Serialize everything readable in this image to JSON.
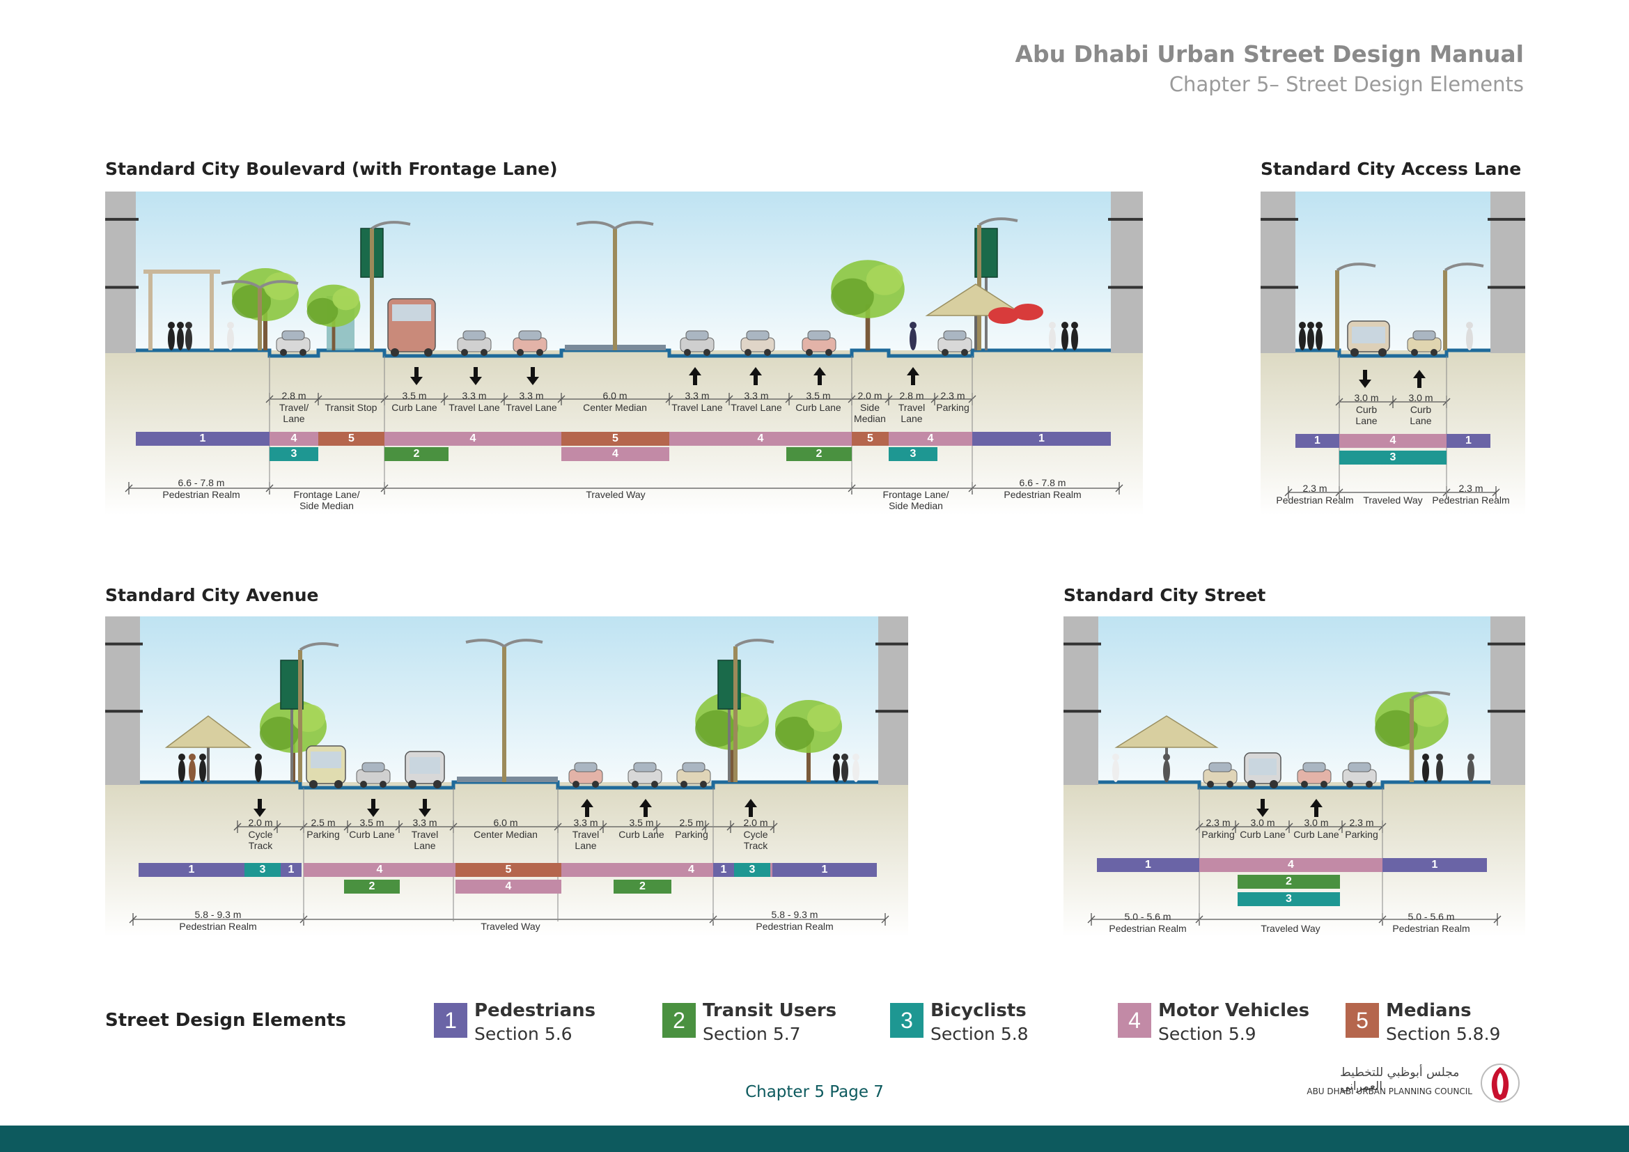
{
  "header": {
    "title": "Abu Dhabi Urban Street Design Manual",
    "subtitle": "Chapter 5– Street Design Elements"
  },
  "sections": {
    "boulevard": {
      "title": "Standard City Boulevard (with Frontage Lane)",
      "lane_labels": [
        {
          "w": "2.8 m",
          "n": "Travel/\nLane"
        },
        {
          "w": "",
          "n": "Transit Stop"
        },
        {
          "w": "3.5 m",
          "n": "Curb Lane"
        },
        {
          "w": "3.3 m",
          "n": "Travel Lane"
        },
        {
          "w": "3.3 m",
          "n": "Travel Lane"
        },
        {
          "w": "6.0 m",
          "n": "Center Median"
        },
        {
          "w": "3.3 m",
          "n": "Travel Lane"
        },
        {
          "w": "3.3 m",
          "n": "Travel Lane"
        },
        {
          "w": "3.5 m",
          "n": "Curb Lane"
        },
        {
          "w": "2.0 m",
          "n": "Side\nMedian"
        },
        {
          "w": "2.8 m",
          "n": "Travel\nLane"
        },
        {
          "w": "2.3 m",
          "n": "Parking"
        }
      ],
      "bars": [
        {
          "v": "1",
          "c": "c1"
        },
        {
          "v": "4",
          "c": "c4"
        },
        {
          "v": "5",
          "c": "c5"
        },
        {
          "v": "4",
          "c": "c4"
        },
        {
          "v": "5",
          "c": "c5"
        },
        {
          "v": "4",
          "c": "c4"
        },
        {
          "v": "5",
          "c": "c5"
        },
        {
          "v": "4",
          "c": "c4"
        },
        {
          "v": "1",
          "c": "c1"
        },
        {
          "v": "3",
          "c": "c3"
        },
        {
          "v": "2",
          "c": "c2"
        },
        {
          "v": "4",
          "c": "c4"
        },
        {
          "v": "2",
          "c": "c2"
        },
        {
          "v": "3",
          "c": "c3"
        }
      ],
      "realms": [
        {
          "w": "6.6 - 7.8 m",
          "n": "Pedestrian Realm"
        },
        {
          "w": "",
          "n": "Frontage Lane/\nSide Median"
        },
        {
          "w": "",
          "n": "Traveled Way"
        },
        {
          "w": "",
          "n": "Frontage Lane/\nSide Median"
        },
        {
          "w": "6.6 - 7.8 m",
          "n": "Pedestrian Realm"
        }
      ]
    },
    "access": {
      "title": "Standard City Access Lane",
      "lane_labels": [
        {
          "w": "3.0 m",
          "n": "Curb\nLane"
        },
        {
          "w": "3.0 m",
          "n": "Curb\nLane"
        }
      ],
      "bars": [
        {
          "v": "1",
          "c": "c1"
        },
        {
          "v": "4",
          "c": "c4"
        },
        {
          "v": "1",
          "c": "c1"
        },
        {
          "v": "3",
          "c": "c3"
        }
      ],
      "realms": [
        {
          "w": "2.3 m",
          "n": "Pedestrian Realm"
        },
        {
          "w": "",
          "n": "Traveled Way"
        },
        {
          "w": "2.3 m",
          "n": "Pedestrian Realm"
        }
      ]
    },
    "avenue": {
      "title": "Standard City Avenue",
      "lane_labels": [
        {
          "w": "2.0 m",
          "n": "Cycle\nTrack"
        },
        {
          "w": "2.5 m",
          "n": "Parking"
        },
        {
          "w": "3.5 m",
          "n": "Curb Lane"
        },
        {
          "w": "3.3 m",
          "n": "Travel\nLane"
        },
        {
          "w": "6.0 m",
          "n": "Center Median"
        },
        {
          "w": "3.3 m",
          "n": "Travel\nLane"
        },
        {
          "w": "3.5 m",
          "n": "Curb Lane"
        },
        {
          "w": "2.5 m",
          "n": "Parking"
        },
        {
          "w": "2.0 m",
          "n": "Cycle\nTrack"
        }
      ],
      "bars": [
        {
          "v": "1",
          "c": "c1"
        },
        {
          "v": "3",
          "c": "c3"
        },
        {
          "v": "1",
          "c": "c1"
        },
        {
          "v": "4",
          "c": "c4"
        },
        {
          "v": "5",
          "c": "c5"
        },
        {
          "v": "4",
          "c": "c4"
        },
        {
          "v": "1",
          "c": "c1"
        },
        {
          "v": "3",
          "c": "c3"
        },
        {
          "v": "1",
          "c": "c1"
        },
        {
          "v": "2",
          "c": "c2"
        },
        {
          "v": "4",
          "c": "c4"
        },
        {
          "v": "2",
          "c": "c2"
        }
      ],
      "realms": [
        {
          "w": "5.8 - 9.3 m",
          "n": "Pedestrian Realm"
        },
        {
          "w": "",
          "n": "Traveled Way"
        },
        {
          "w": "5.8 - 9.3 m",
          "n": "Pedestrian Realm"
        }
      ]
    },
    "street": {
      "title": "Standard City Street",
      "lane_labels": [
        {
          "w": "2.3 m",
          "n": "Parking"
        },
        {
          "w": "3.0 m",
          "n": "Curb Lane"
        },
        {
          "w": "3.0 m",
          "n": "Curb Lane"
        },
        {
          "w": "2.3 m",
          "n": "Parking"
        }
      ],
      "bars": [
        {
          "v": "1",
          "c": "c1"
        },
        {
          "v": "4",
          "c": "c4"
        },
        {
          "v": "1",
          "c": "c1"
        },
        {
          "v": "2",
          "c": "c2"
        },
        {
          "v": "3",
          "c": "c3"
        }
      ],
      "realms": [
        {
          "w": "5.0 - 5.6 m",
          "n": "Pedestrian Realm"
        },
        {
          "w": "",
          "n": "Traveled Way"
        },
        {
          "w": "5.0 - 5.6 m",
          "n": "Pedestrian Realm"
        }
      ]
    }
  },
  "legend": {
    "title": "Street Design Elements",
    "items": [
      {
        "num": "1",
        "name": "Pedestrians",
        "section": "Section 5.6",
        "color": "#6a64a6"
      },
      {
        "num": "2",
        "name": "Transit Users",
        "section": "Section 5.7",
        "color": "#4a9140"
      },
      {
        "num": "3",
        "name": "Bicyclists",
        "section": "Section 5.8",
        "color": "#1e9792"
      },
      {
        "num": "4",
        "name": "Motor Vehicles",
        "section": "Section 5.9",
        "color": "#c28aa6"
      },
      {
        "num": "5",
        "name": "Medians",
        "section": "Section 5.8.9",
        "color": "#b5664d"
      }
    ]
  },
  "footer": {
    "page": "Chapter 5 Page 7"
  },
  "logo": {
    "arabic": "مجلس أبوظبي للتخطيط العمراني",
    "english": "ABU DHABI URBAN PLANNING COUNCIL"
  }
}
